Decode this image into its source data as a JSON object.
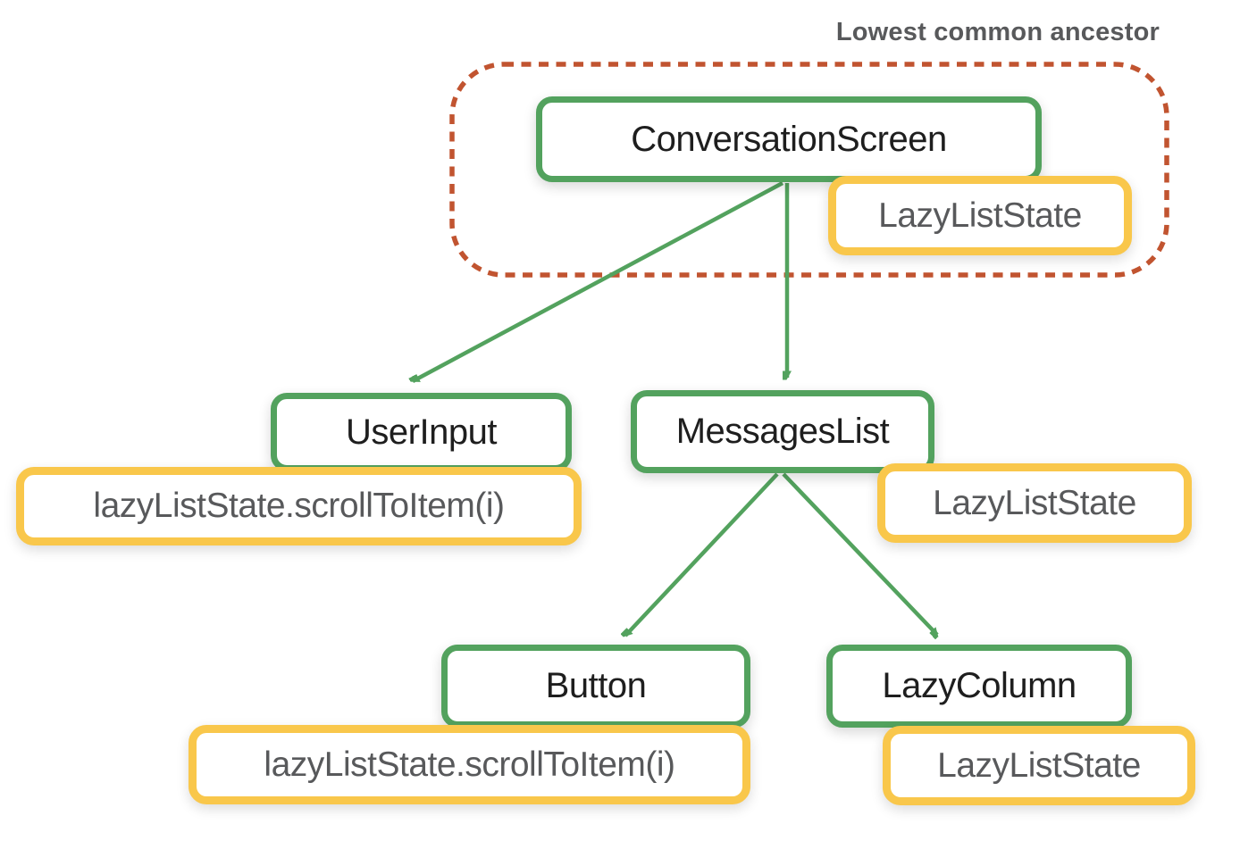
{
  "title": "Lowest common ancestor",
  "colors": {
    "node_border": "#53a25e",
    "state_border": "#f9c74b",
    "ancestor_outline": "#c15430",
    "node_text": "#1e1e1e",
    "state_text": "#58595b",
    "title_text": "#58595b",
    "canvas_bg": "#ffffff"
  },
  "tree": {
    "root": {
      "label": "ConversationScreen",
      "state": "LazyListState"
    },
    "children": [
      {
        "label": "UserInput",
        "state": "lazyListState.scrollToItem(i)"
      },
      {
        "label": "MessagesList",
        "state": "LazyListState",
        "children": [
          {
            "label": "Button",
            "state": "lazyListState.scrollToItem(i)"
          },
          {
            "label": "LazyColumn",
            "state": "LazyListState"
          }
        ]
      }
    ]
  }
}
